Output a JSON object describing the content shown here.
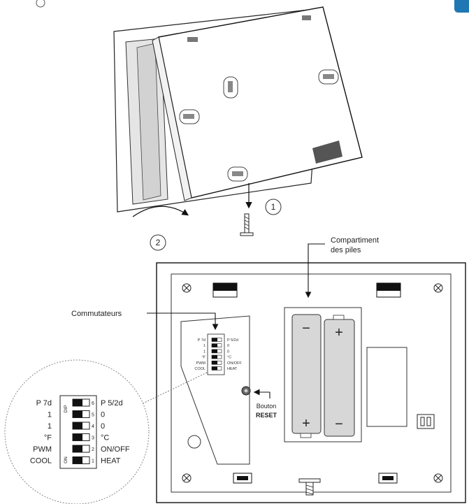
{
  "header": {
    "text": ""
  },
  "callouts": {
    "step1": "1",
    "step2": "2",
    "battery_compartment_line1": "Compartiment",
    "battery_compartment_line2": "des piles",
    "switches": "Commutateurs",
    "reset_line1": "Bouton",
    "reset_line2": "RESET"
  },
  "battery_symbols": {
    "minus": "−",
    "plus": "+"
  },
  "dip_switches": {
    "header": "DIP",
    "on_label": "ON",
    "rows": [
      {
        "number": "6",
        "left": "P 7d",
        "right": "P 5/2d"
      },
      {
        "number": "5",
        "left": "1",
        "right": "0"
      },
      {
        "number": "4",
        "left": "1",
        "right": "0"
      },
      {
        "number": "3",
        "left": "°F",
        "right": "°C"
      },
      {
        "number": "2",
        "left": "PWM",
        "right": "ON/OFF"
      },
      {
        "number": "1",
        "left": "COOL",
        "right": "HEAT"
      }
    ]
  }
}
